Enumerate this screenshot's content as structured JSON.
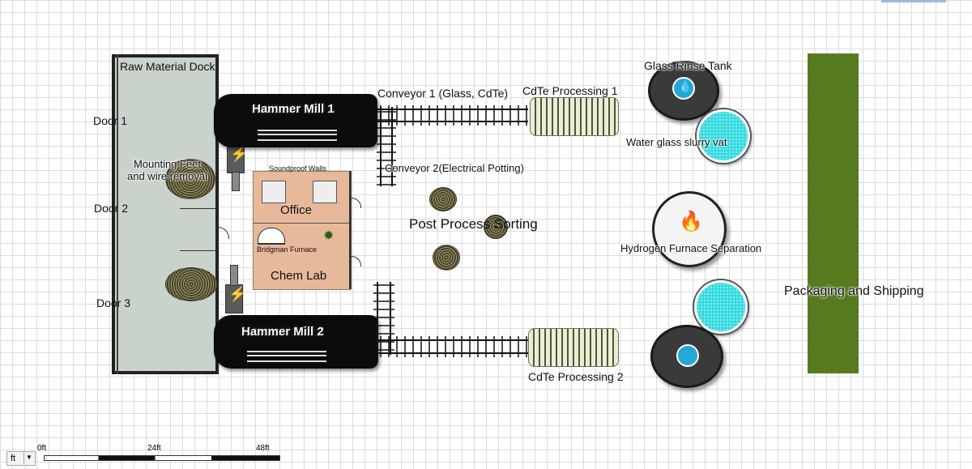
{
  "labels": {
    "raw_material_dock": "Raw Material Dock",
    "door1": "Door 1",
    "door2": "Door 2",
    "door3": "Door 3",
    "mounting_feet": "Mounting Feet\nand wire removal",
    "hammer_mill_1": "Hammer Mill 1",
    "hammer_mill_2": "Hammer Mill 2",
    "conveyor1": "Conveyor 1 (Glass, CdTe)",
    "conveyor2": "Conveyor 2(Electrical Potting)",
    "cdte1": "CdTe Processing 1",
    "cdte2": "CdTe Processing 2",
    "soundproof": "Soundproof Walls",
    "office": "Office",
    "bridgman": "Bridgman Furnace",
    "chem_lab": "Chem Lab",
    "post_process": "Post Process Sorting",
    "glass_rinse": "Glass Rinse Tank",
    "slurry_vat": "Water glass slurry vat",
    "hydrogen_furnace": "Hydrogen Furnace Separation",
    "packaging": "Packaging and Shipping"
  },
  "scale": {
    "unit": "ft",
    "ticks": [
      "0ft",
      "24ft",
      "48ft"
    ]
  },
  "icons": {
    "drop": "water-drop-icon",
    "flame": "flame-icon",
    "bolt": "lightning-icon"
  },
  "colors": {
    "dock": "#c9d3cc",
    "lab": "#e8b89a",
    "packaging": "#577a1f",
    "vat": "#3fe0e0",
    "mill": "#0b0b0b"
  }
}
